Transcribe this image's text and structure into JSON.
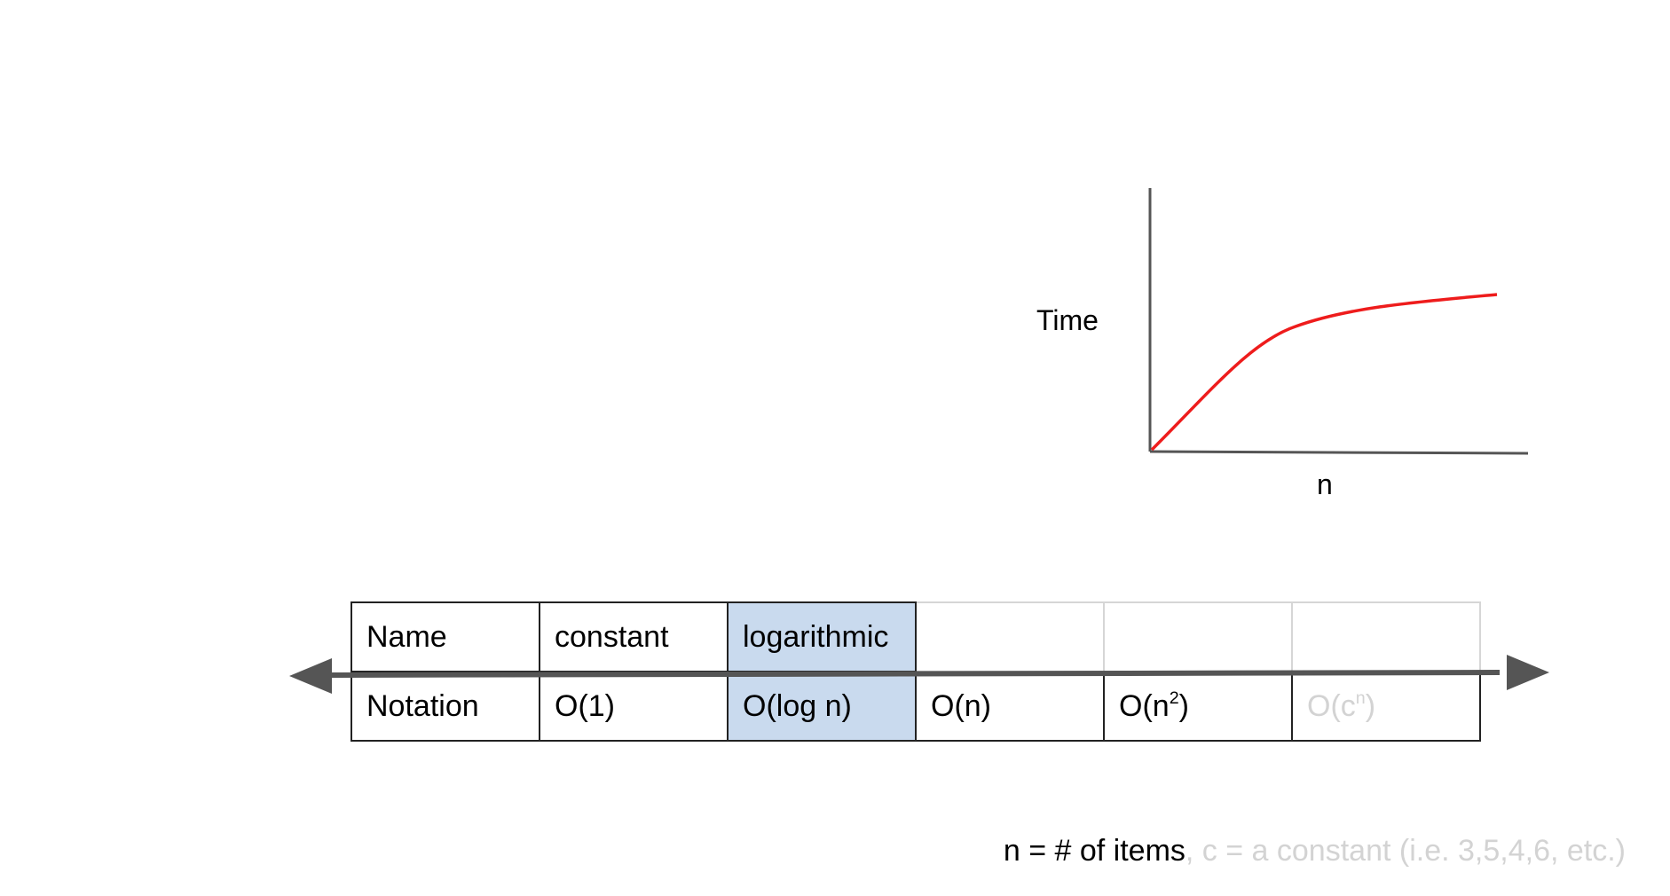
{
  "graph": {
    "y_axis_label": "Time",
    "x_axis_label": "n",
    "curve_color": "#ee1c1c",
    "curve_shape": "logarithmic"
  },
  "table": {
    "name_header": "Name",
    "notation_header": "Notation",
    "columns": [
      {
        "name": "constant",
        "notation": "O(1)",
        "highlighted": false,
        "faded": false
      },
      {
        "name": "logarithmic",
        "notation": "O(log n)",
        "highlighted": true,
        "faded": false
      },
      {
        "name": "",
        "notation": "O(n)",
        "highlighted": false,
        "faded": false
      },
      {
        "name": "",
        "notation_base": "O(n",
        "notation_exp": "2",
        "notation_close": ")",
        "highlighted": false,
        "faded": false
      },
      {
        "name": "",
        "notation_base": "O(c",
        "notation_exp": "n",
        "notation_close": ")",
        "highlighted": false,
        "faded": true
      }
    ],
    "highlight_color": "#c9daee"
  },
  "footnote": {
    "part1": "n = # of items",
    "part2": ", c = a constant (i.e. 3,5,4,6, etc.)"
  }
}
